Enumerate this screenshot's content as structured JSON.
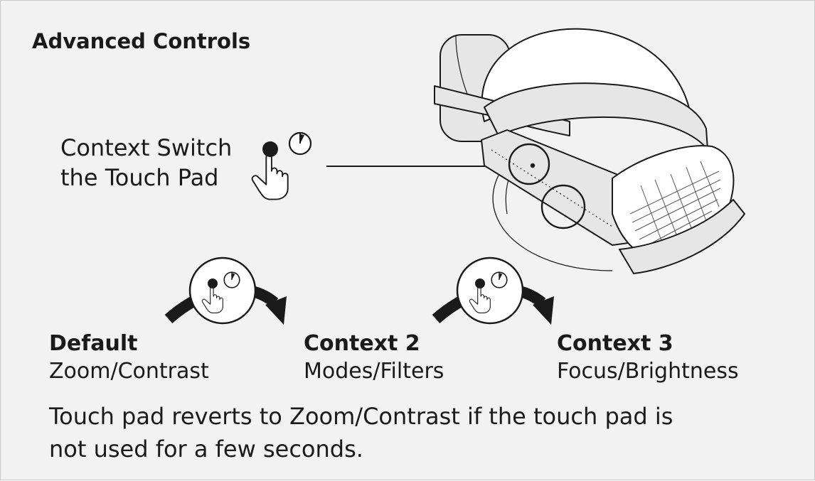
{
  "header": {
    "title": "Advanced Controls"
  },
  "switch_label": {
    "line1": "Context Switch",
    "line2": "the Touch Pad"
  },
  "contexts": [
    {
      "name": "Default",
      "description": "Zoom/Contrast"
    },
    {
      "name": "Context 2",
      "description": "Modes/Filters"
    },
    {
      "name": "Context 3",
      "description": "Focus/Brightness"
    }
  ],
  "note": "Touch pad reverts to Zoom/Contrast if the touch pad is not used for a few seconds.",
  "icons": {
    "press_hold": "press-and-hold-icon",
    "headset": "headset-illustration",
    "arrow": "curved-arrow-icon"
  },
  "colors": {
    "background": "#f2f2f2",
    "ink": "#1a1a1a",
    "device_fill": "#e6e6e6"
  }
}
